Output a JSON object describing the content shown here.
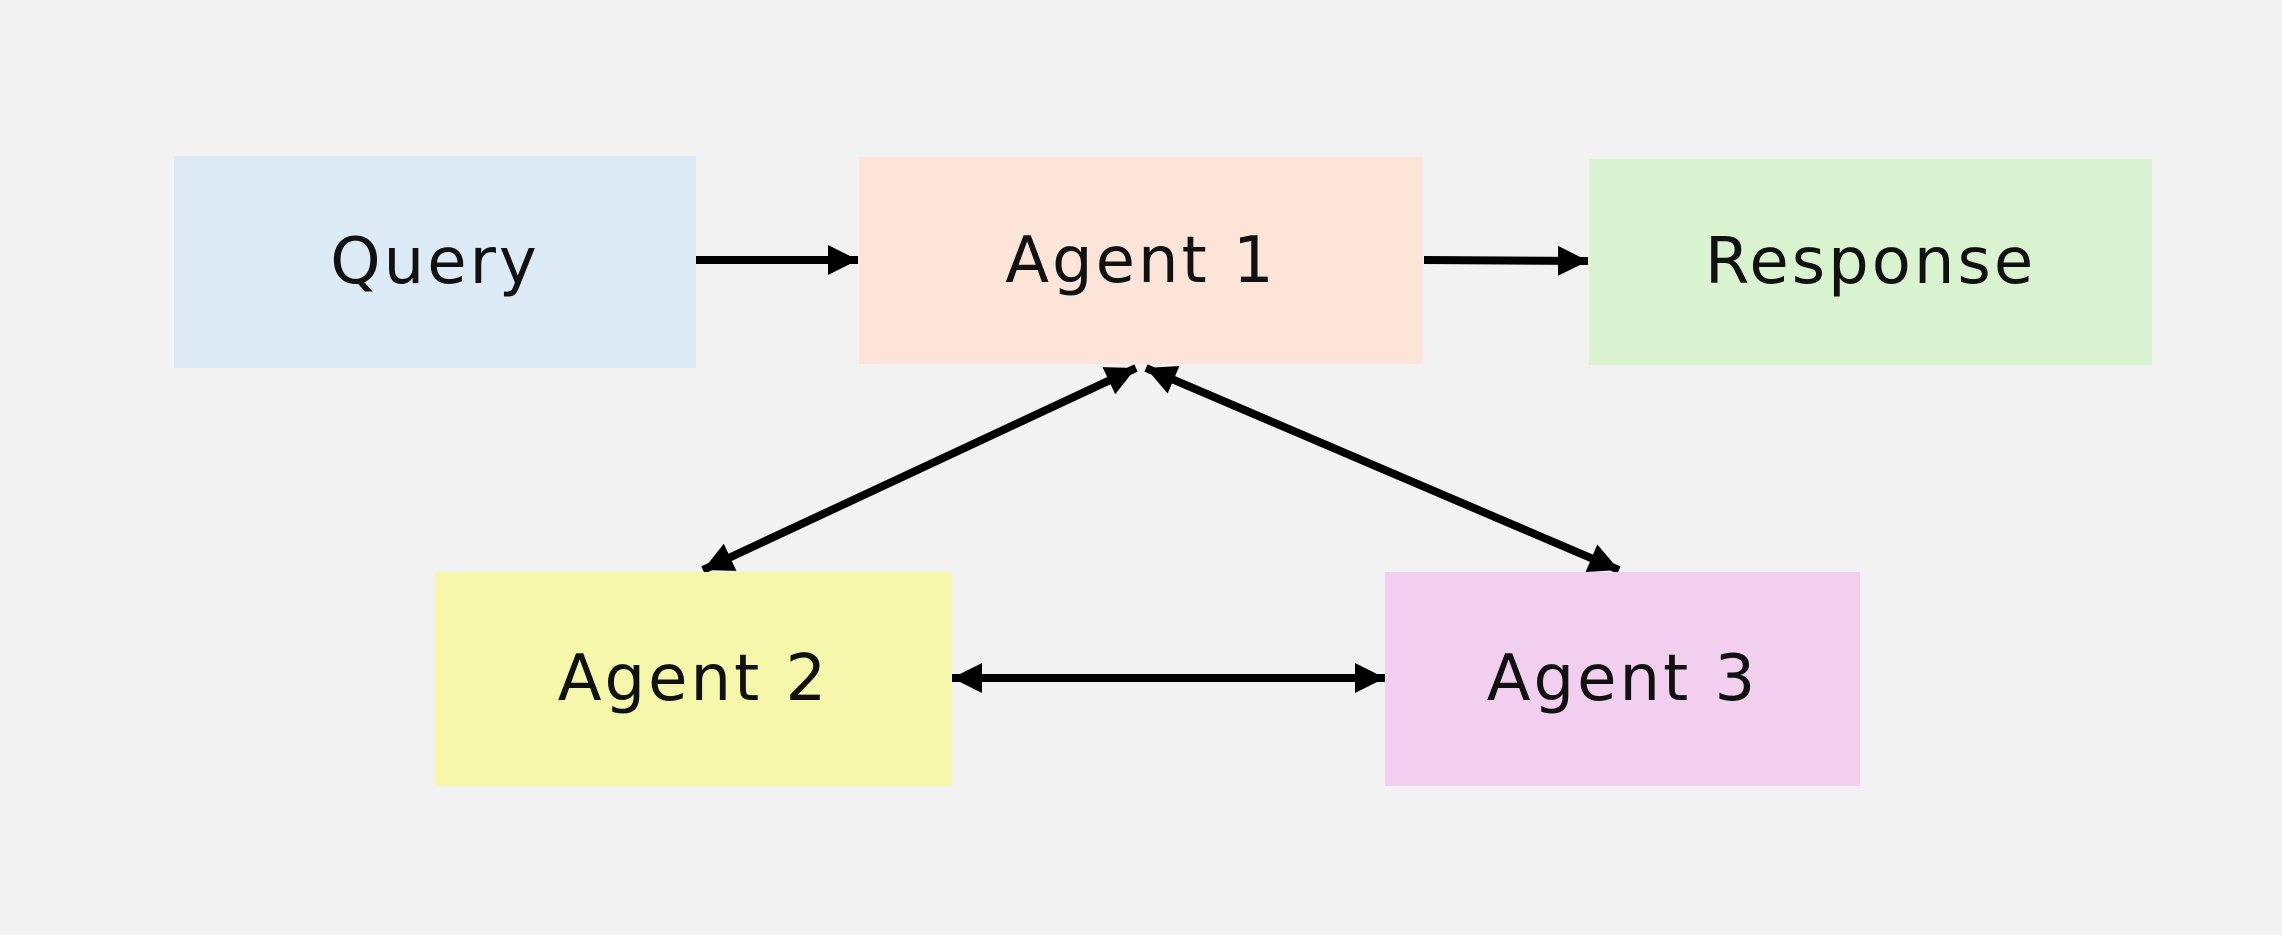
{
  "diagram": {
    "background_color": "#f2f2f2",
    "edge_color": "#000000",
    "nodes": [
      {
        "id": "query",
        "label": "Query",
        "color": "#dceaf6"
      },
      {
        "id": "agent1",
        "label": "Agent 1",
        "color": "#fce4d9"
      },
      {
        "id": "response",
        "label": "Response",
        "color": "#d9f3d0"
      },
      {
        "id": "agent2",
        "label": "Agent 2",
        "color": "#f5f7aa"
      },
      {
        "id": "agent3",
        "label": "Agent 3",
        "color": "#f2cfee"
      }
    ],
    "edges": [
      {
        "from": "query",
        "to": "agent1",
        "direction": "forward"
      },
      {
        "from": "agent1",
        "to": "response",
        "direction": "forward"
      },
      {
        "from": "agent1",
        "to": "agent2",
        "direction": "both"
      },
      {
        "from": "agent1",
        "to": "agent3",
        "direction": "both"
      },
      {
        "from": "agent2",
        "to": "agent3",
        "direction": "both"
      }
    ]
  }
}
